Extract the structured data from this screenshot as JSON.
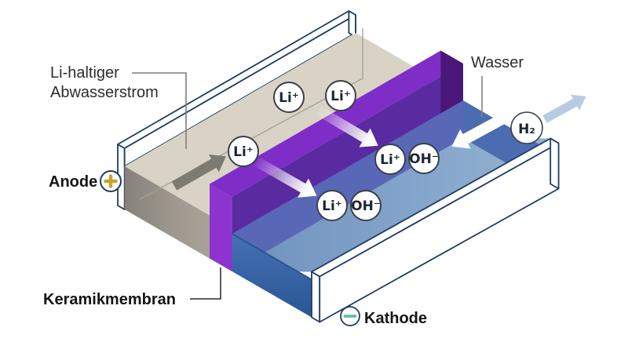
{
  "figure": {
    "labels": {
      "li_stream_line1": "Li-haltiger",
      "li_stream_line2": "Abwasserstrom",
      "anode": "Anode",
      "cathode": "Kathode",
      "membrane": "Keramikmembran",
      "water": "Wasser"
    },
    "ions": {
      "anode_channel": [
        "Li⁺",
        "Li⁺",
        "Li⁺"
      ],
      "cathode_channel": [
        {
          "cation": "Li⁺",
          "anion": "OH⁻"
        },
        {
          "cation": "Li⁺",
          "anion": "OH⁻"
        }
      ],
      "gas": "H₂"
    },
    "icons": {
      "anode_polarity": "plus-icon",
      "cathode_polarity": "minus-icon"
    },
    "colors": {
      "wastewater_beige": "#d9d3c6",
      "membrane_top": "#7e2ec6",
      "membrane_bright": "#8d33cf",
      "membrane_purple": "#5a2aa0",
      "membrane_dark": "#4a1778",
      "water_submerged_blue": "#5968b6",
      "water_end_blue": "#4c6cb2",
      "flow_arrow_gray": "#7d7a72",
      "gas_arrow_lightblue": "#b7cbe5",
      "anode_plus_gold": "#c9a42e",
      "cathode_minus_green": "#5ec39a",
      "outline_navy": "#1e3c64"
    }
  }
}
